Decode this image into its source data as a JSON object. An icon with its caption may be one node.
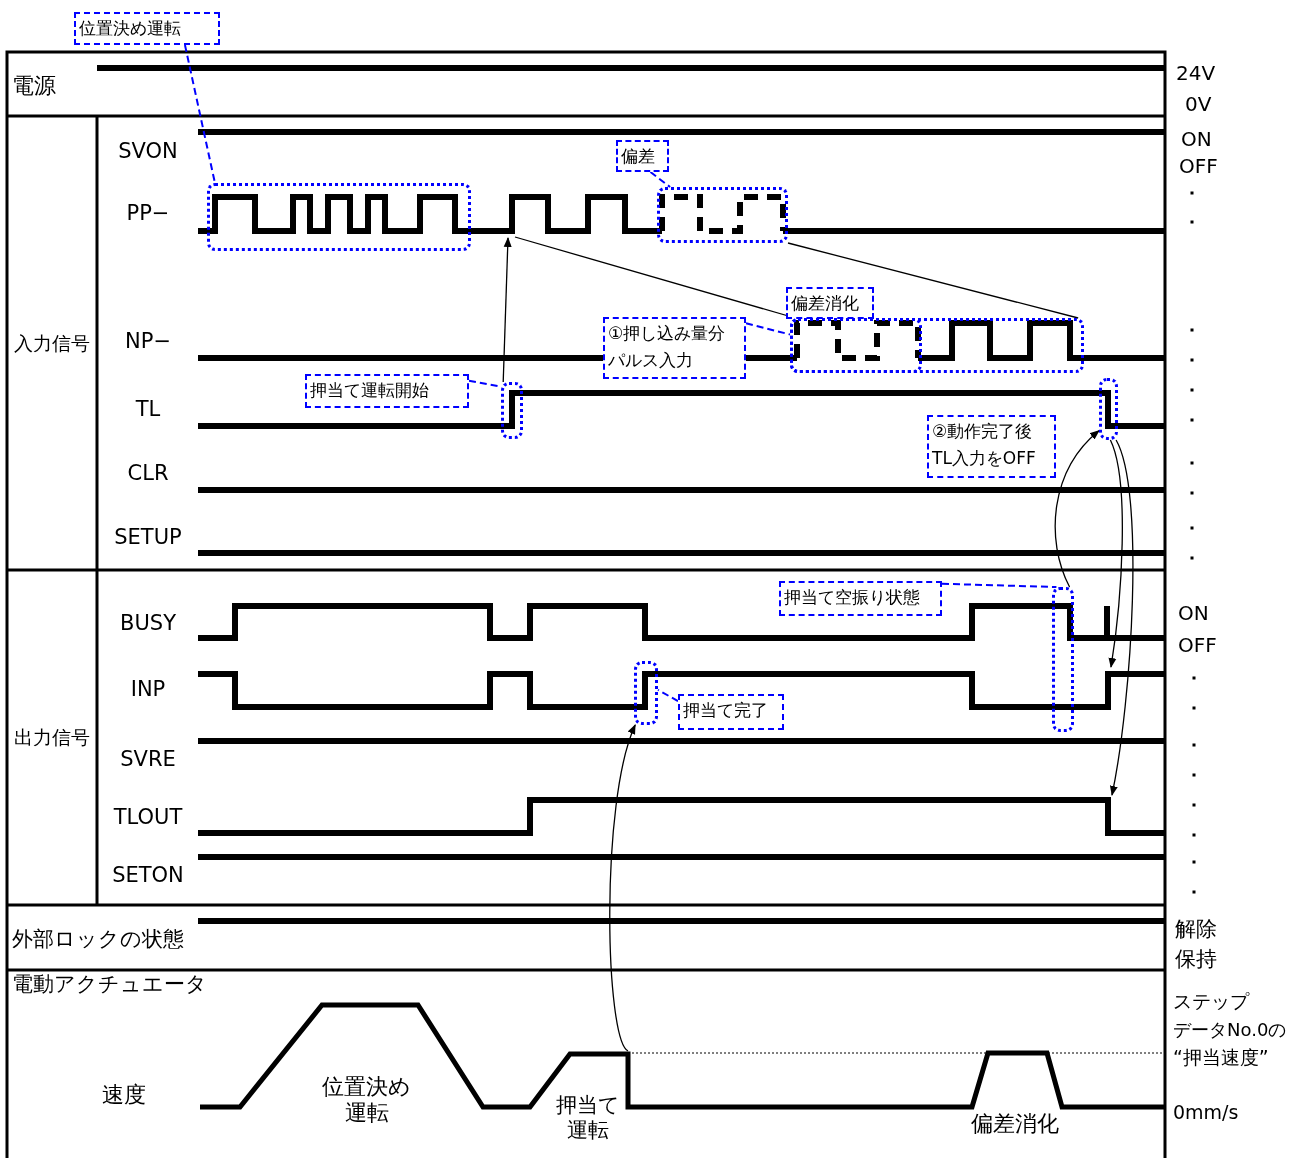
{
  "diagram": {
    "nodes": [
      {
        "text": [
          "位置決め運転"
        ]
      },
      {
        "text": [],
        "shape": "box"
      },
      {
        "text": [
          "偏差"
        ]
      },
      {
        "text": [],
        "shape": "box"
      },
      {
        "text": [
          "偏差消化"
        ]
      },
      {
        "text": [
          "①押し込み量分パルス入力"
        ]
      },
      {
        "text": [],
        "shape": "box"
      },
      {
        "text": [],
        "shape": "box",
        "in": 6
      },
      {
        "text": [
          "押当て運転開始"
        ]
      },
      {
        "text": [],
        "shape": "box"
      },
      {
        "text": [
          "②動作完了後TL入力をOFF"
        ]
      },
      {
        "text": [],
        "shape": "box"
      },
      {
        "text": [
          "押当て空振り状態"
        ]
      },
      {
        "text": [],
        "shape": "box"
      },
      {
        "text": [
          "押当て完了"
        ]
      },
      {
        "text": [],
        "shape": "box"
      }
    ],
    "edges": [
      {
        "from": 0,
        "to": 1,
        "arrow": "none",
        "style": "dashed",
        "color": "#0000ff"
      },
      {
        "from": 2,
        "to": 3,
        "arrow": "none",
        "style": "dashed",
        "color": "#0000ff"
      },
      {
        "from": 5,
        "to": 7,
        "arrow": "none",
        "style": "dashed",
        "color": "#0000ff"
      },
      {
        "from": 8,
        "to": 9,
        "arrow": "none",
        "style": "dashed",
        "color": "#0000ff"
      },
      {
        "from": 12,
        "to": 13,
        "arrow": "none",
        "style": "dashed",
        "color": "#0000ff"
      },
      {
        "from": 14,
        "to": 15,
        "arrow": "none",
        "style": "dashed",
        "color": "#0000ff"
      },
      {
        "from": 9,
        "to": null,
        "arrow": "to"
      },
      {
        "from": null,
        "to": 7,
        "arrow": "none"
      },
      {
        "from": 3,
        "to": 6,
        "arrow": "none"
      },
      {
        "from": null,
        "to": 15,
        "arrow": "to"
      },
      {
        "from": 13,
        "to": 11,
        "arrow": "to"
      },
      {
        "from": 11,
        "to": null,
        "arrow": "to"
      },
      {
        "from": 11,
        "to": null,
        "arrow": "to"
      }
    ],
    "labels": [
      "電源",
      "24V",
      "0V",
      "入力信号",
      "SVON",
      "ON",
      "OFF",
      "PP−",
      "NP−",
      "TL",
      "CLR",
      "SETUP",
      "出力信号",
      "BUSY",
      "ON",
      "OFF",
      "INP",
      "SVRE",
      "TLOUT",
      "SETON",
      "外部ロックの状態",
      "解除",
      "保持",
      "電動アクチュエータ",
      "ステップ",
      "データNo.0の",
      "“押当速度”",
      "速度",
      "位置決め運転",
      "押当て運転",
      "偏差消化",
      "0mm/s"
    ]
  }
}
